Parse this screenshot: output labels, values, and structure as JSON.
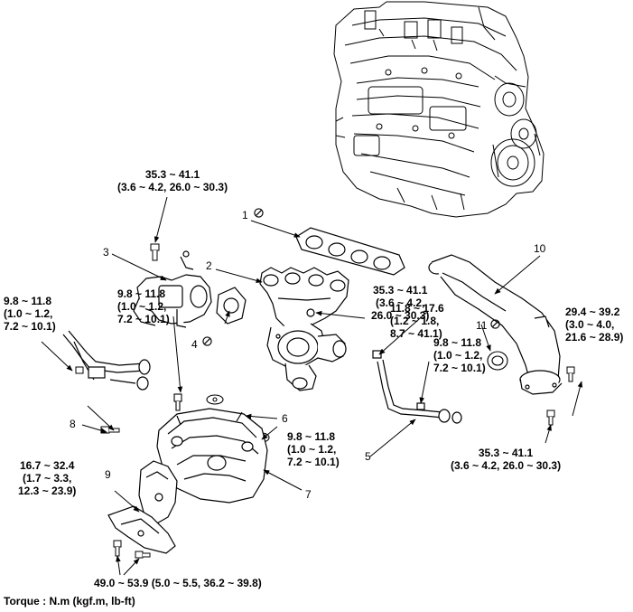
{
  "torque_note": "Torque : N.m (kgf.m, lb-ft)",
  "parts": [
    {
      "n": "1"
    },
    {
      "n": "2"
    },
    {
      "n": "3"
    },
    {
      "n": "4"
    },
    {
      "n": "5"
    },
    {
      "n": "6"
    },
    {
      "n": "7"
    },
    {
      "n": "8"
    },
    {
      "n": "9"
    },
    {
      "n": "10"
    },
    {
      "n": "11"
    }
  ],
  "torques": {
    "t_top": [
      "35.3 ~ 41.1",
      "(3.6 ~ 4.2, 26.0 ~ 30.3)"
    ],
    "t_left": [
      "9.8 ~ 11.8",
      "(1.0 ~ 1.2,",
      "7.2 ~ 10.1)"
    ],
    "t_mid": [
      "9.8 ~ 11.8",
      "(1.0 ~ 1.2,",
      "7.2 ~ 10.1)"
    ],
    "t_center": [
      "35.3 ~ 41.1",
      "(3.6 ~ 4.2,",
      "26.0 ~ 30.3)"
    ],
    "t_oilfeed": [
      "11.8 ~ 17.6",
      "(1.2 ~ 1.8,",
      "8.7 ~ 41.1)"
    ],
    "t_oilfeed2": [
      "9.8 ~ 11.8",
      "(1.0 ~ 1.2,",
      "7.2 ~ 10.1)"
    ],
    "t_right": [
      "29.4 ~  39.2",
      "(3.0 ~ 4.0,",
      "21.6 ~ 28.9)"
    ],
    "t_bottomright": [
      "35.3 ~ 41.1",
      "(3.6 ~ 4.2, 26.0 ~ 30.3)"
    ],
    "t_heat": [
      "9.8 ~ 11.8",
      "(1.0 ~ 1.2,",
      "7.2 ~ 10.1)"
    ],
    "t_lowleft": [
      "16.7 ~ 32.4",
      "(1.7 ~ 3.3,",
      "12.3 ~ 23.9)"
    ],
    "t_bottom": [
      "49.0 ~ 53.9 (5.0 ~ 5.5, 36.2 ~ 39.8)"
    ]
  }
}
